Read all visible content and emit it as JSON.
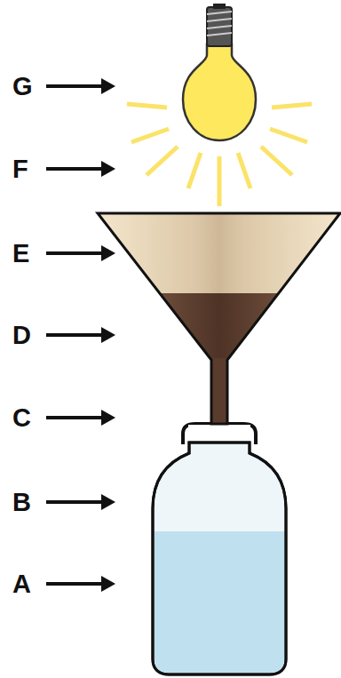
{
  "diagram": {
    "labels": [
      "G",
      "F",
      "E",
      "D",
      "C",
      "B",
      "A"
    ]
  }
}
